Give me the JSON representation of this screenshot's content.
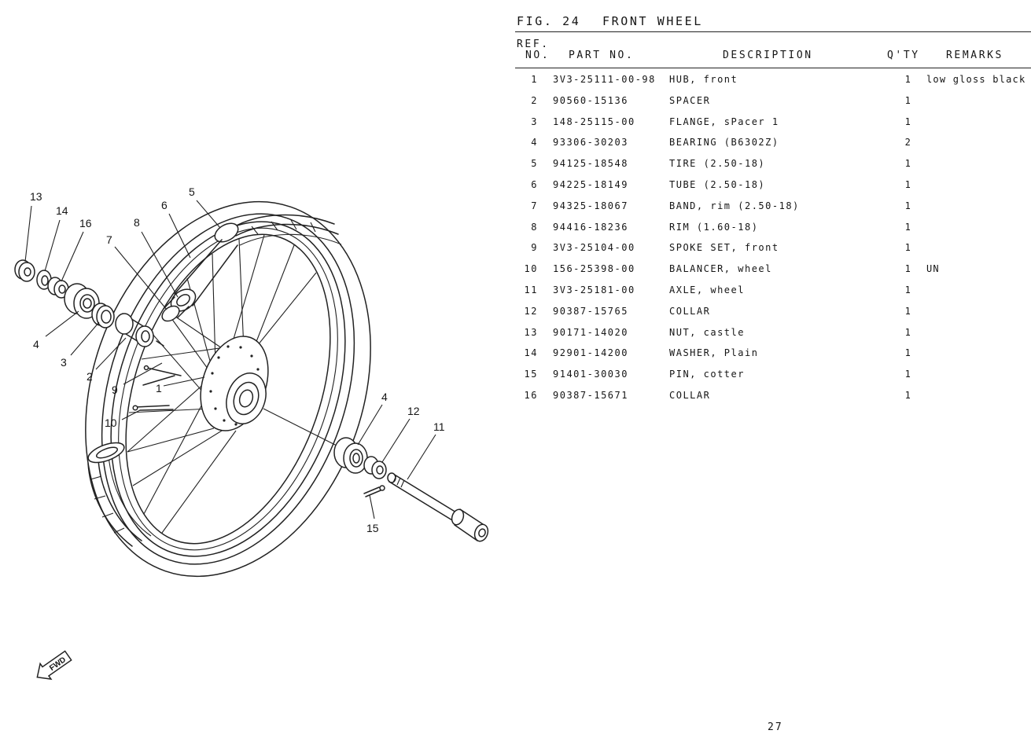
{
  "title": {
    "figure": "FIG. 24",
    "name": "FRONT WHEEL"
  },
  "table": {
    "headers": {
      "ref_line1": "REF.",
      "ref_line2": "NO.",
      "part_no": "PART NO.",
      "description": "DESCRIPTION",
      "qty": "Q'TY",
      "remarks": "REMARKS"
    },
    "rows": [
      {
        "ref": "1",
        "part_no": "3V3-25111-00-98",
        "description": "HUB, front",
        "qty": "1",
        "remarks": "low gloss black"
      },
      {
        "ref": "2",
        "part_no": "90560-15136",
        "description": "SPACER",
        "qty": "1"
      },
      {
        "ref": "3",
        "part_no": "148-25115-00",
        "description": "FLANGE, sPacer 1",
        "qty": "1"
      },
      {
        "ref": "4",
        "part_no": "93306-30203",
        "description": "BEARING (B6302Z)",
        "qty": "2"
      },
      {
        "ref": "5",
        "part_no": "94125-18548",
        "description": "TIRE (2.50-18)",
        "qty": "1"
      },
      {
        "ref": "6",
        "part_no": "94225-18149",
        "description": "TUBE (2.50-18)",
        "qty": "1"
      },
      {
        "ref": "7",
        "part_no": "94325-18067",
        "description": "BAND, rim (2.50-18)",
        "qty": "1"
      },
      {
        "ref": "8",
        "part_no": "94416-18236",
        "description": "RIM (1.60-18)",
        "qty": "1"
      },
      {
        "ref": "9",
        "part_no": "3V3-25104-00",
        "description": "SPOKE SET, front",
        "qty": "1"
      },
      {
        "ref": "10",
        "part_no": "156-25398-00",
        "description": "BALANCER, wheel",
        "qty": "1",
        "remarks": "UN"
      },
      {
        "ref": "11",
        "part_no": "3V3-25181-00",
        "description": "AXLE, wheel",
        "qty": "1"
      },
      {
        "ref": "12",
        "part_no": "90387-15765",
        "description": "COLLAR",
        "qty": "1"
      },
      {
        "ref": "13",
        "part_no": "90171-14020",
        "description": "NUT, castle",
        "qty": "1"
      },
      {
        "ref": "14",
        "part_no": "92901-14200",
        "description": "WASHER, Plain",
        "qty": "1"
      },
      {
        "ref": "15",
        "part_no": "91401-30030",
        "description": "PIN, cotter",
        "qty": "1"
      },
      {
        "ref": "16",
        "part_no": "90387-15671",
        "description": "COLLAR",
        "qty": "1"
      }
    ]
  },
  "diagram": {
    "callouts": [
      "13",
      "14",
      "16",
      "7",
      "8",
      "6",
      "5",
      "4",
      "3",
      "2",
      "9",
      "1",
      "10",
      "4",
      "12",
      "11",
      "15"
    ],
    "fwd_label": "FWD"
  },
  "page_number": "27"
}
